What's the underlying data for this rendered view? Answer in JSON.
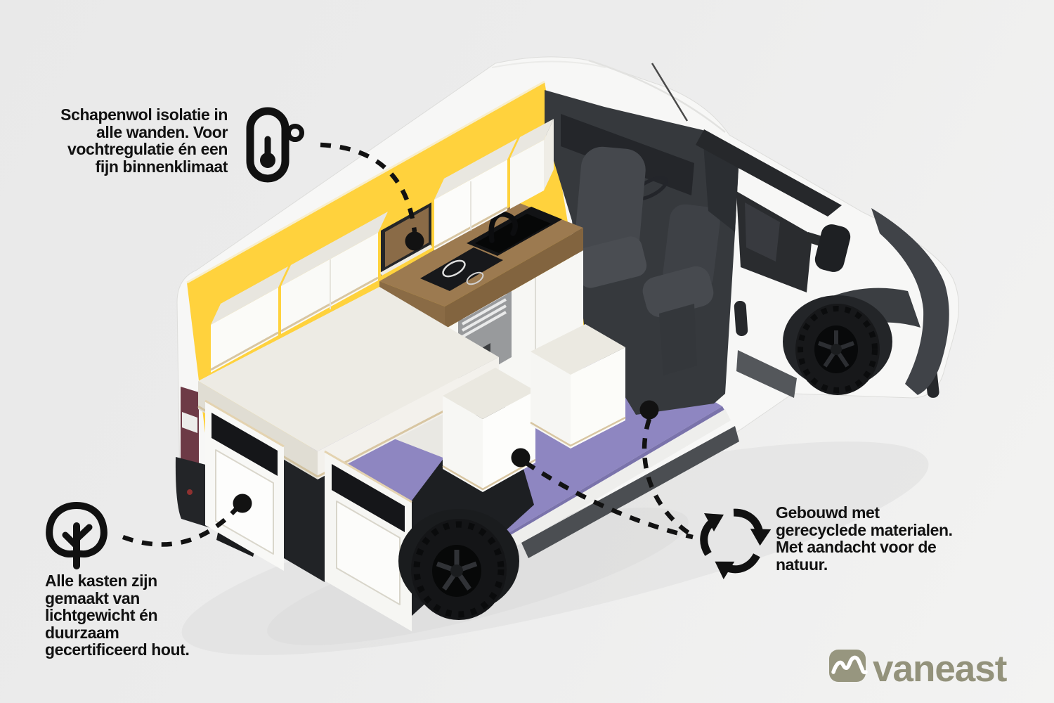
{
  "captions": {
    "insulation": {
      "icon": "thermometer-icon",
      "lines": [
        "Schapenwol isolatie in",
        "alle wanden. Voor",
        "vochtregulatie én een",
        "fijn binnenklimaat"
      ]
    },
    "wood": {
      "icon": "tree-icon",
      "lines": [
        "Alle kasten zijn",
        "gemaakt van",
        "lichtgewicht én",
        "duurzaam",
        "gecertificeerd hout."
      ]
    },
    "recycled": {
      "icon": "recycle-icon",
      "lines": [
        "Gebouwd met",
        "gerecyclede materialen.",
        "Met aandacht voor de",
        "natuur."
      ]
    }
  },
  "logo": {
    "text": "vaneast",
    "icon": "mountain-logo-icon",
    "color": "#96957e"
  },
  "colors": {
    "background": "#ebebeb",
    "insulation_yellow": "#ffd23d",
    "floor_purple": "#8e86c1",
    "counter_wood": "#9b7a52",
    "annotation_black": "#111111",
    "van_body_white": "#f7f7f6",
    "cab_interior_dark": "#36393d",
    "logo_olive": "#96957e"
  }
}
